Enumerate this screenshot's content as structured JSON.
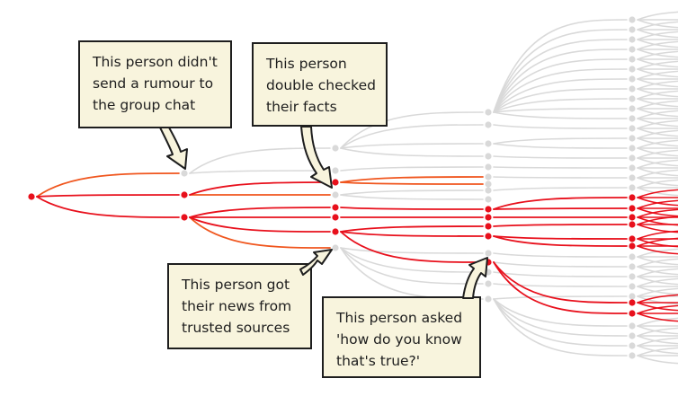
{
  "callouts": {
    "group_chat": {
      "lines": [
        "This person didn't",
        "send a rumour to",
        "the group chat"
      ]
    },
    "double_checked": {
      "lines": [
        "This person",
        "double checked",
        "their facts"
      ]
    },
    "trusted_sources": {
      "lines": [
        "This person got",
        "their news from",
        "trusted sources"
      ]
    },
    "asked": {
      "lines": [
        "This person asked",
        "'how do you know",
        "that's true?'"
      ]
    }
  },
  "colors": {
    "spread": "#e8101c",
    "stopped_edge": "#f0561e",
    "not_reached": "#d9d9d9",
    "callout_bg": "#f8f4dd"
  }
}
